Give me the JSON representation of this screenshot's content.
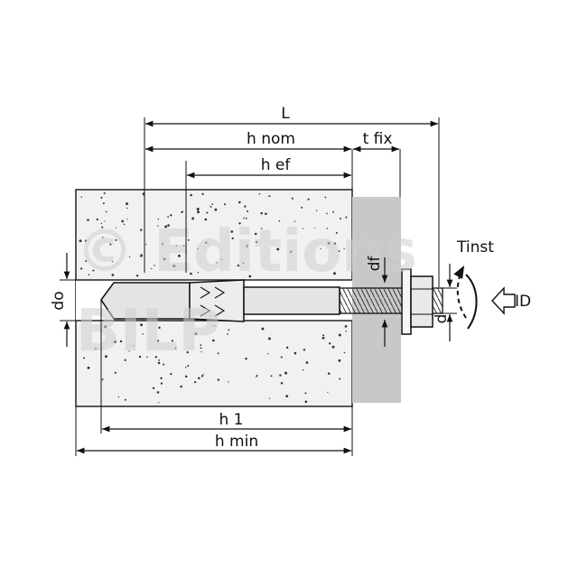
{
  "diagram": {
    "labels": {
      "L": "L",
      "h_nom": "h nom",
      "t_fix": "t fix",
      "h_ef": "h ef",
      "do": "do",
      "df": "df",
      "d": "d",
      "tinst": "Tinst",
      "id": "ID",
      "h1": "h 1",
      "h_min": "h min"
    },
    "watermark": {
      "line1": "© Editions",
      "line2": "BILP"
    },
    "colors": {
      "ink": "#111111",
      "concrete": "#f1f1f1",
      "fixture": "#c8c8c8",
      "anchor": "#e4e4e4",
      "watermark": "#cfcfcf"
    }
  }
}
